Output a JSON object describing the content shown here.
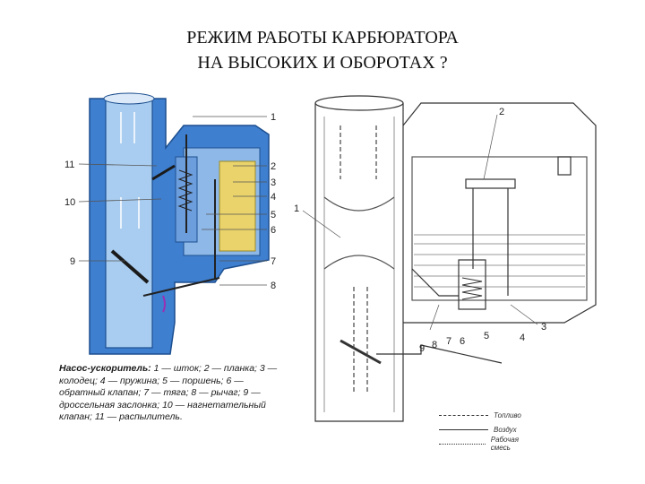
{
  "slide": {
    "title_line1": "РЕЖИМ РАБОТЫ КАРБЮРАТОРА",
    "title_line2": "НА ВЫСОКИХ И ОБОРОТАХ ?"
  },
  "left_diagram": {
    "callouts_left": [
      "11",
      "10",
      "9"
    ],
    "callouts_right": [
      "1",
      "2",
      "3",
      "4",
      "5",
      "6",
      "7",
      "8"
    ],
    "caption_heading": "Насос-ускоритель:",
    "caption_text": " 1 — шток; 2 — планка; 3 — колодец; 4 — пружина; 5 — поршень; 6 — обратный клапан; 7 — тяга; 8 — рычаг; 9 — дроссельная заслонка; 10 — нагнетательный клапан; 11 — распылитель."
  },
  "right_diagram": {
    "callouts": [
      "2",
      "1",
      "3",
      "4",
      "5",
      "6",
      "7",
      "8",
      "9"
    ],
    "legend": [
      "Топливо",
      "Воздух",
      "Рабочая смесь"
    ]
  },
  "colors": {
    "metal_blue": "#3f7fcf",
    "light_blue": "#a9cdf0",
    "fuel_yellow": "#e9d36a",
    "line_gray": "#555555"
  }
}
